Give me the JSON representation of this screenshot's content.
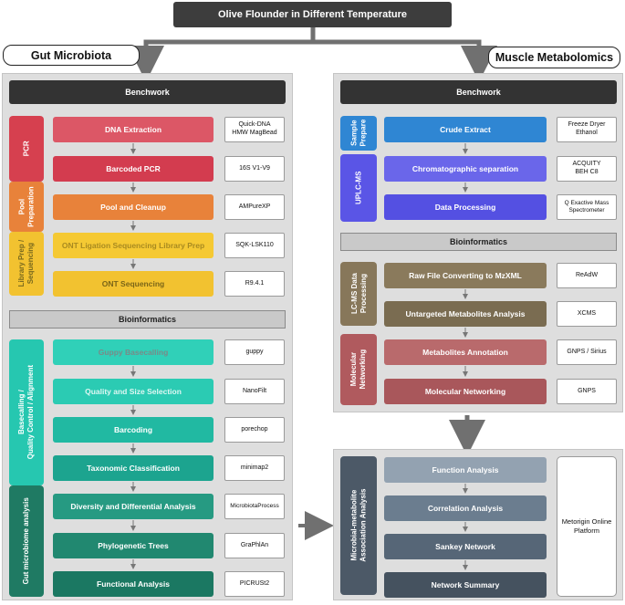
{
  "title": "Olive Flounder in Different Temperature",
  "gut": {
    "heading": "Gut Microbiota",
    "benchwork": "Benchwork",
    "bioinformatics": "Bioinformatics",
    "groups": {
      "pcr": "PCR",
      "pool": "Pool\nPreparation",
      "library": "Library Prep /\nSequencing",
      "basecalling": "Basecalling /\nQuality Control / Alignment",
      "analysis": "Gut microbiome analysis"
    },
    "steps": [
      {
        "label": "DNA Extraction",
        "tool": "Quick-DNA\nHMW MagBead"
      },
      {
        "label": "Barcoded PCR",
        "tool": "16S V1-V9"
      },
      {
        "label": "Pool and Cleanup",
        "tool": "AMPureXP"
      },
      {
        "label": "ONT Ligation Sequencing Library Prep",
        "tool": "SQK-LSK110"
      },
      {
        "label": "ONT Sequencing",
        "tool": "R9.4.1"
      },
      {
        "label": "Guppy Basecalling",
        "tool": "guppy"
      },
      {
        "label": "Quality and Size Selection",
        "tool": "NanoFilt"
      },
      {
        "label": "Barcoding",
        "tool": "porechop"
      },
      {
        "label": "Taxonomic Classification",
        "tool": "minimap2"
      },
      {
        "label": "Diversity and Differential Analysis",
        "tool": "MicrobiotaProcess"
      },
      {
        "label": "Phylogenetic Trees",
        "tool": "GraPhlAn"
      },
      {
        "label": "Functional Analysis",
        "tool": "PICRUSt2"
      }
    ]
  },
  "muscle": {
    "heading": "Muscle Metabolomics",
    "benchwork": "Benchwork",
    "bioinformatics": "Bioinformatics",
    "groups": {
      "sample": "Sample\nPrepare",
      "uplc": "UPLC-MS",
      "lcms": "LC-MS Data\nProcessing",
      "network": "Molecular\nNetworking"
    },
    "steps": [
      {
        "label": "Crude Extract",
        "tool": "Freeze Dryer\nEthanol"
      },
      {
        "label": "Chromatographic separation",
        "tool": "ACQUITY\nBEH C8"
      },
      {
        "label": "Data Processing",
        "tool": "Q Exactive Mass\nSpectrometer"
      },
      {
        "label": "Raw File Converting to MzXML",
        "tool": "ReAdW"
      },
      {
        "label": "Untargeted Metabolites Analysis",
        "tool": "XCMS"
      },
      {
        "label": "Metabolites Annotation",
        "tool": "GNPS / Sirius"
      },
      {
        "label": "Molecular Networking",
        "tool": "GNPS"
      }
    ]
  },
  "association": {
    "group": "Microbial-metabolite\nAssociation Analysis",
    "steps": [
      "Function Analysis",
      "Correlation Analysis",
      "Sankey Network",
      "Network Summary"
    ],
    "platform": "Metorigin Online\nPlatform"
  },
  "colors": {
    "pcr": "#d6404f",
    "pool": "#e8823a",
    "library": "#f2c230",
    "basecalling": "#26c7b0",
    "analysis": "#1f7a63",
    "sample": "#2f86d3",
    "uplc": "#5a55e6",
    "lcms": "#87775a",
    "network": "#b05a5e",
    "association": "#4c5967"
  }
}
